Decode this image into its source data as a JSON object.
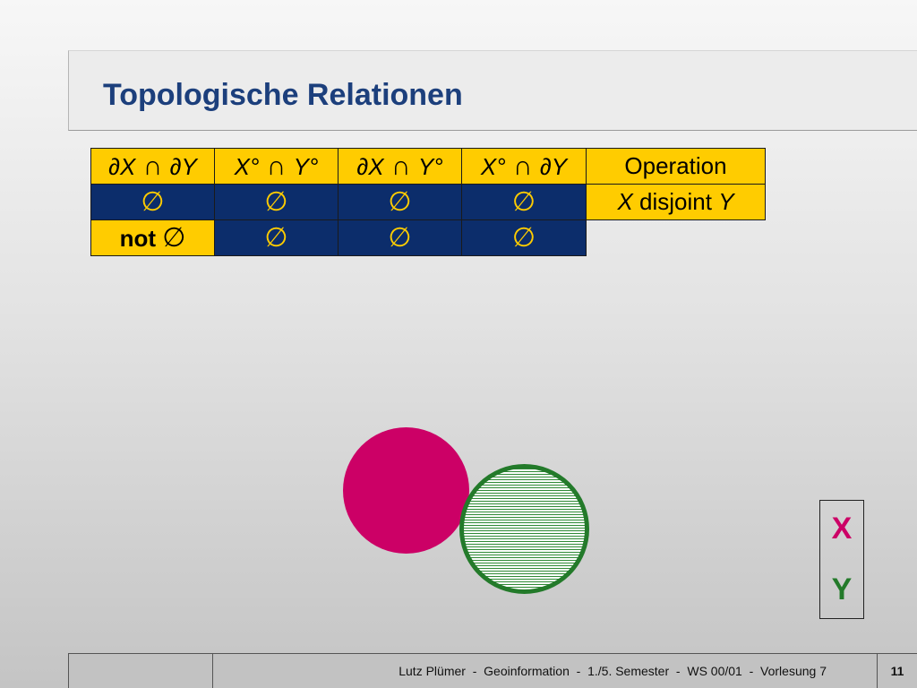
{
  "title": "Topologische Relationen",
  "table": {
    "headers": [
      {
        "sym1": "∂",
        "var1": "X",
        "op": " ∩ ",
        "sym2": "∂",
        "var2": "Y"
      },
      {
        "var1": "X",
        "sup1": "°",
        "op": " ∩ ",
        "var2": "Y",
        "sup2": "°"
      },
      {
        "sym1": "∂",
        "var1": "X",
        "op": " ∩ ",
        "var2": "Y",
        "sup2": "°"
      },
      {
        "var1": "X",
        "sup1": "°",
        "op": " ∩ ",
        "sym2": "∂",
        "var2": "Y"
      }
    ],
    "operation_header": "Operation",
    "row1": {
      "cells": [
        "∅",
        "∅",
        "∅",
        "∅"
      ],
      "operation": {
        "x": "X",
        "word": " disjoint ",
        "y": "Y"
      }
    },
    "row2": {
      "first": {
        "not": "not",
        "sym": "∅"
      },
      "cells": [
        "∅",
        "∅",
        "∅"
      ]
    }
  },
  "legend": {
    "x": "X",
    "y": "Y"
  },
  "footer": {
    "text": "Lutz Plümer  -  Geoinformation  -  1./5. Semester  -  WS 00/01  -  Vorlesung 7",
    "page": "11"
  },
  "colors": {
    "title": "#1c3f7c",
    "yellow": "#ffcc00",
    "navy": "#0c2d6b",
    "magenta": "#cc0066",
    "green": "#237a2a"
  }
}
